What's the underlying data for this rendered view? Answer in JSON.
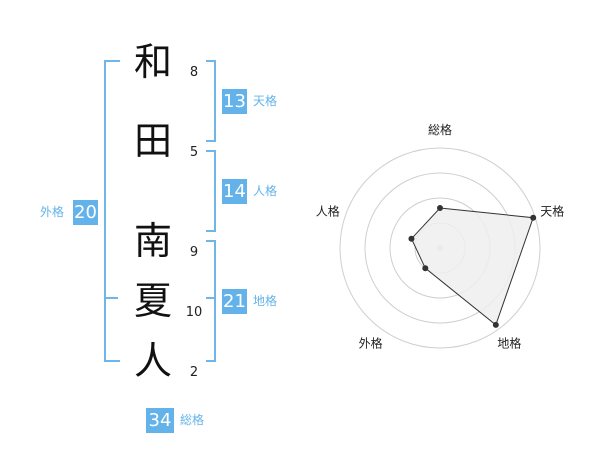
{
  "name": {
    "characters": [
      {
        "char": "和",
        "strokes": "8"
      },
      {
        "char": "田",
        "strokes": "5"
      },
      {
        "char": "南",
        "strokes": "9"
      },
      {
        "char": "夏",
        "strokes": "10"
      },
      {
        "char": "人",
        "strokes": "2"
      }
    ]
  },
  "kakusu": {
    "tenkaku": {
      "value": "13",
      "label": "天格"
    },
    "jinkaku": {
      "value": "14",
      "label": "人格"
    },
    "chikaku": {
      "value": "21",
      "label": "地格"
    },
    "gaikaku": {
      "value": "20",
      "label": "外格"
    },
    "soukaku": {
      "value": "34",
      "label": "総格"
    }
  },
  "colors": {
    "accent": "#63b3ea",
    "bracket": "#6fb5e6",
    "radar_fill": "#eeeeee",
    "radar_line": "#333333"
  },
  "chart_data": {
    "type": "radar",
    "axes": [
      "総格",
      "天格",
      "地格",
      "外格",
      "人格"
    ],
    "values": [
      0.4,
      0.98,
      0.95,
      0.25,
      0.3
    ],
    "range": [
      0,
      1
    ],
    "rings": 4
  }
}
